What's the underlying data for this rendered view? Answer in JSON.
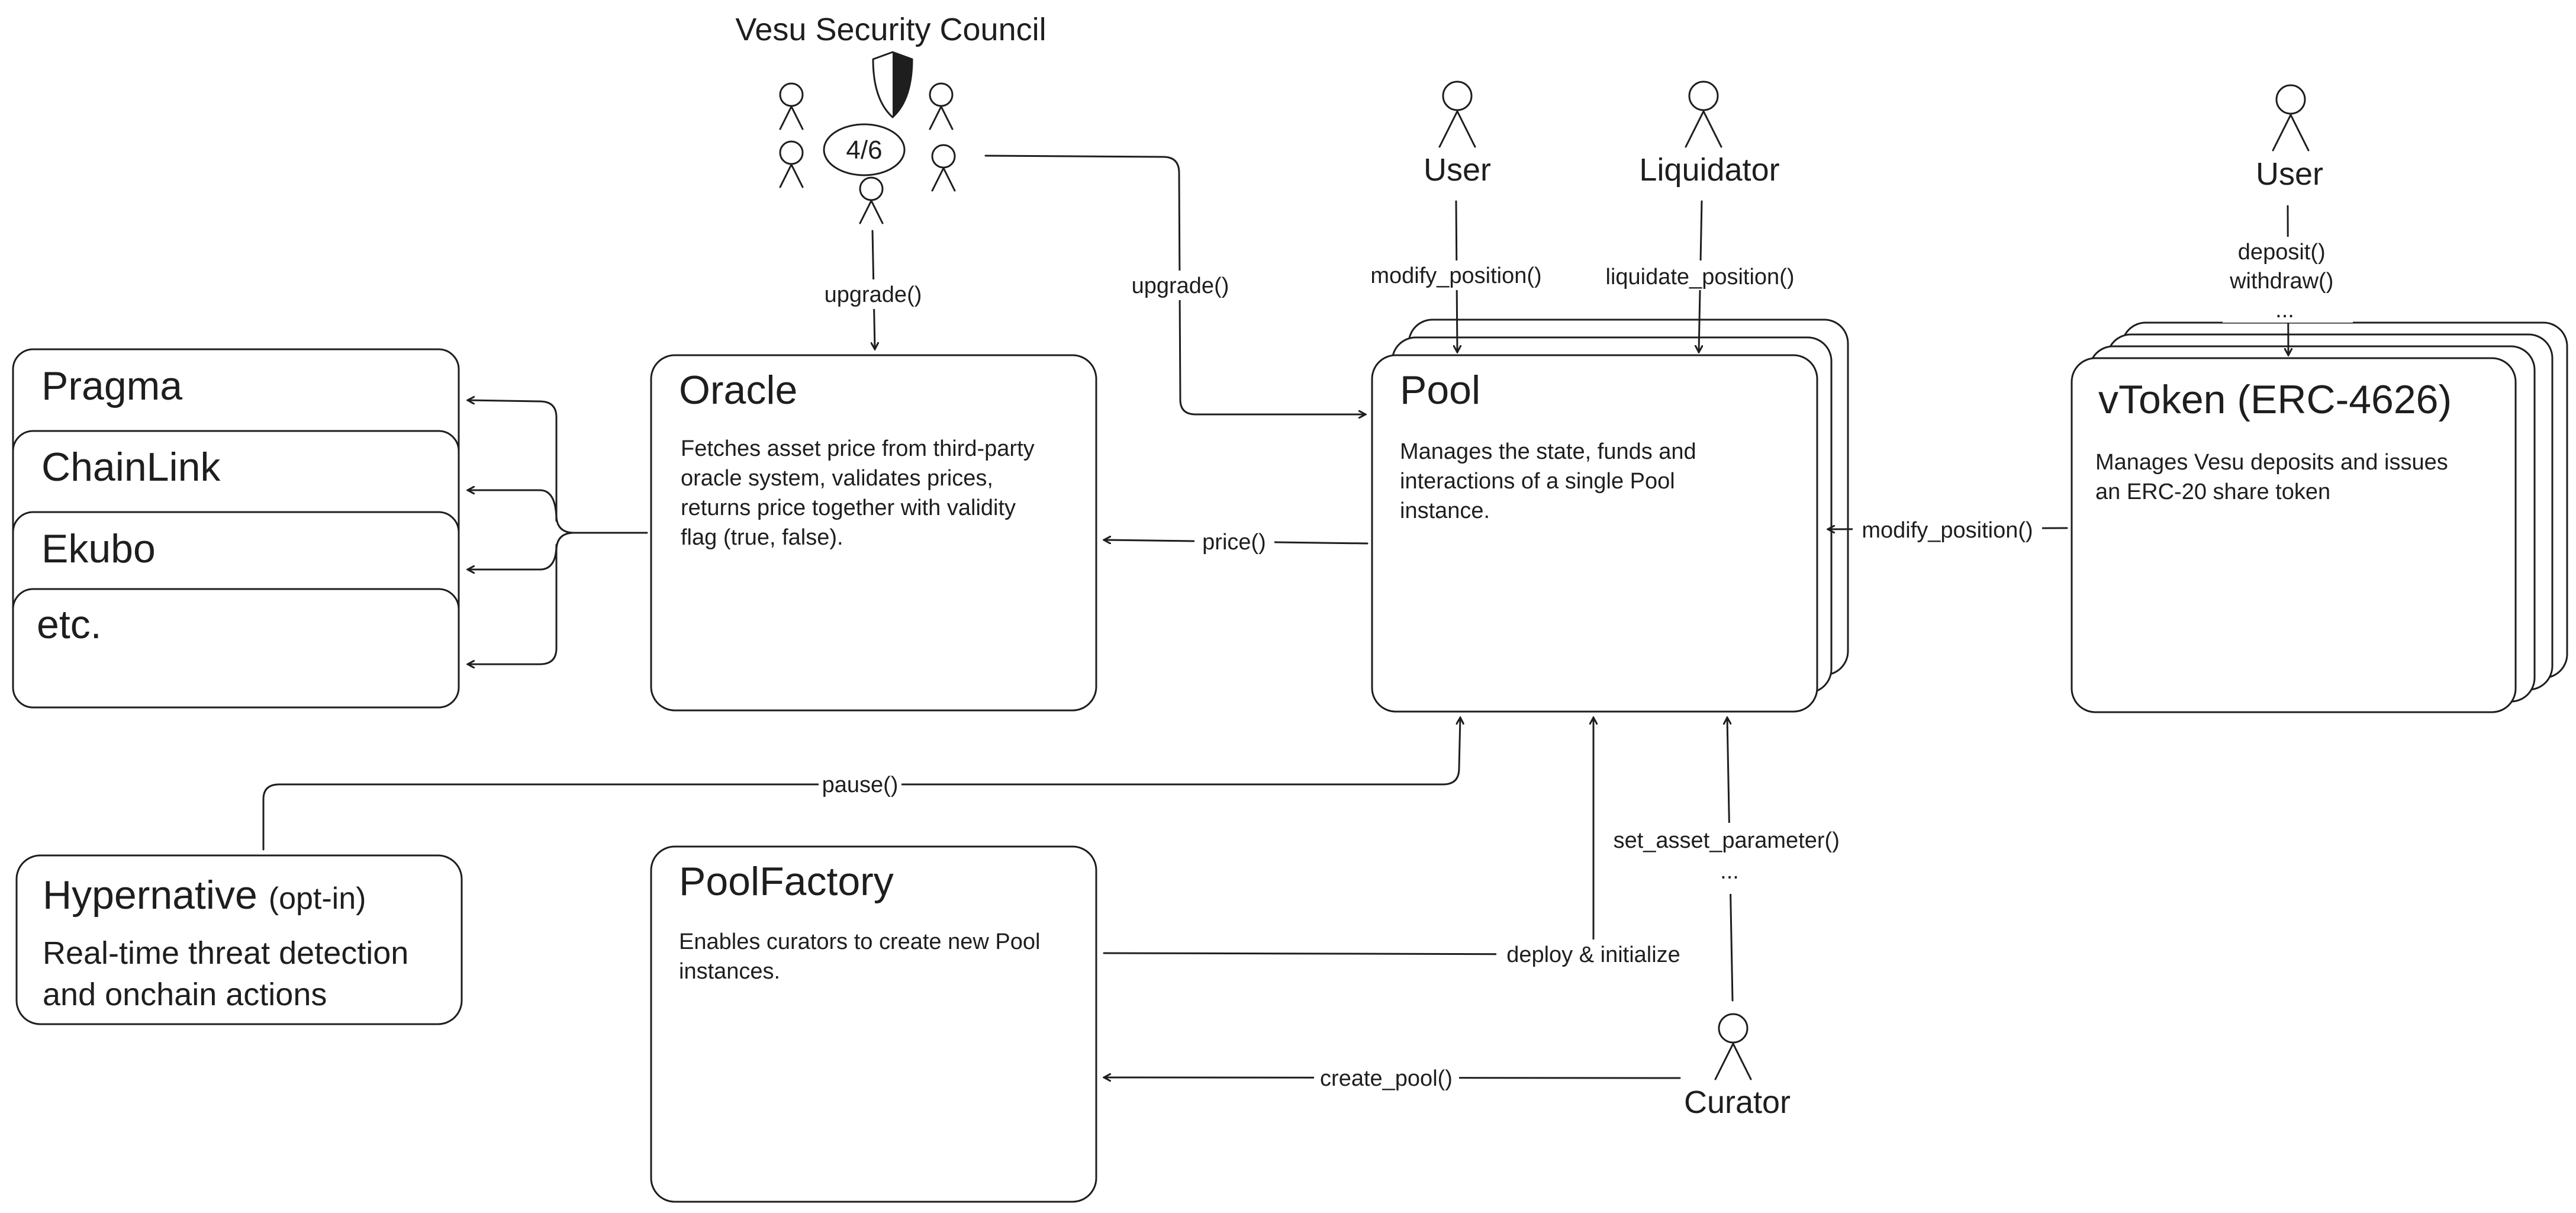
{
  "council": {
    "title": "Vesu Security Council",
    "threshold": "4/6"
  },
  "providers": [
    "Pragma",
    "ChainLink",
    "Ekubo",
    "etc."
  ],
  "oracle": {
    "title": "Oracle",
    "description": [
      "Fetches asset price from third-party",
      "oracle system, validates prices,",
      "returns price together with validity",
      "flag (true, false)."
    ]
  },
  "pool": {
    "title": "Pool",
    "description": [
      "Manages the state, funds and",
      "interactions of a single Pool",
      "instance."
    ]
  },
  "vtoken": {
    "title": "vToken (ERC-4626)",
    "description": [
      "Manages Vesu deposits and issues",
      "an ERC-20 share token"
    ]
  },
  "hypernative": {
    "title": "Hypernative",
    "title_suffix": "(opt-in)",
    "description": [
      "Real-time threat detection",
      "and onchain actions"
    ]
  },
  "pool_factory": {
    "title": "PoolFactory",
    "description": [
      "Enables curators to create new Pool",
      "instances."
    ]
  },
  "actors": {
    "user_pool": "User",
    "liquidator": "Liquidator",
    "user_vtoken": "User",
    "curator": "Curator"
  },
  "edges": {
    "council_oracle": "upgrade()",
    "council_pool": "upgrade()",
    "user_pool": "modify_position()",
    "liquidator_pool": "liquidate_position()",
    "user_vtoken": [
      "deposit()",
      "withdraw()",
      "..."
    ],
    "pool_oracle": "price()",
    "vtoken_pool": "modify_position()",
    "hypernative_pool": "pause()",
    "curator_pool": [
      "set_asset_parameter()",
      "..."
    ],
    "factory_pool": "deploy & initialize",
    "curator_factory": "create_pool()"
  }
}
